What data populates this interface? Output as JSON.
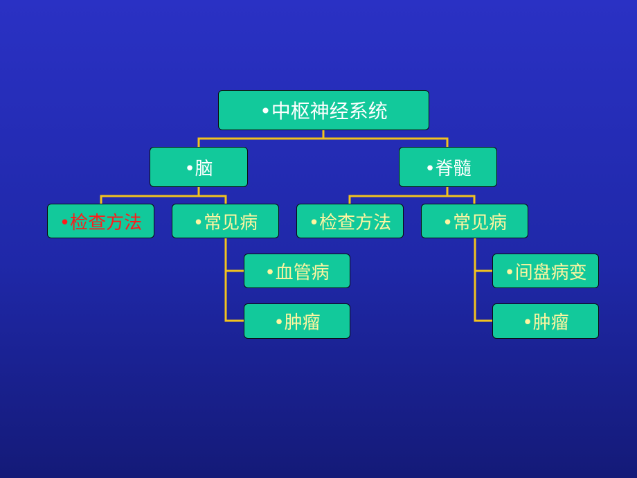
{
  "diagram": {
    "root": "•中枢神经系统",
    "brain": {
      "label": "•脑",
      "exam": "•检查方法",
      "common": "•常见病",
      "diseases": [
        "•血管病",
        "•肿瘤"
      ]
    },
    "spine": {
      "label": "•脊髓",
      "exam": "•检查方法",
      "common": "•常见病",
      "diseases": [
        "•间盘病变",
        "•肿瘤"
      ]
    }
  },
  "colors": {
    "background": "#2229b8",
    "node_fill": "#12c99b",
    "connector": "#f2c21e",
    "text_white": "#ffffff",
    "text_yellow": "#fff5a0",
    "text_red": "#ff1a1a"
  }
}
